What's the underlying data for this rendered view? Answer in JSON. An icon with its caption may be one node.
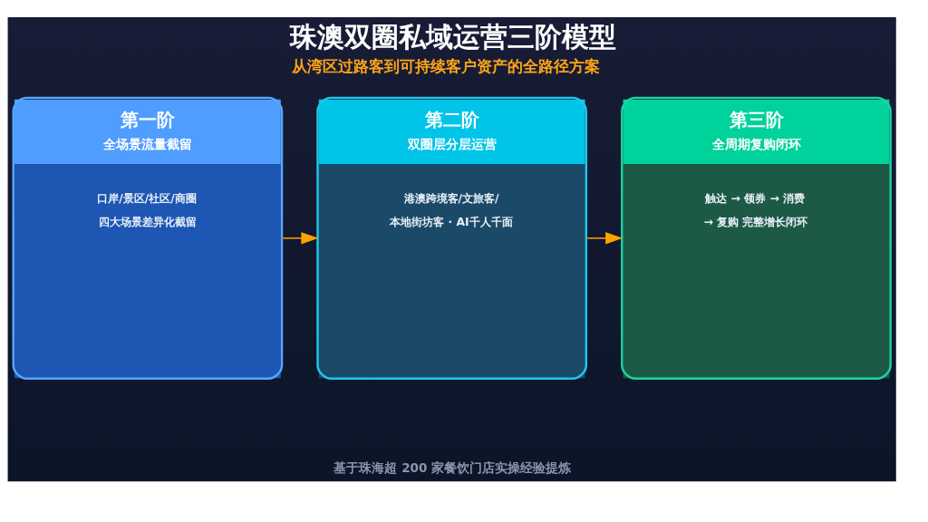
{
  "diagram": {
    "title": "珠澳双圈私域运营三阶模型",
    "nodes": [
      {
        "text": [
          "第一阶",
          "全场景流量截留",
          "口岸/景区/社区/商圈四大场景差异化截留"
        ]
      },
      {
        "text": [
          "第二阶",
          "双圈层分层运营",
          "港澳跨境客/文旅客/本地街坊客 · AI千人千面"
        ]
      },
      {
        "text": [
          "第三阶",
          "全周期复购闭环",
          "触达 → 领券 → 消费 → 复购 完整增长闭环"
        ]
      }
    ],
    "edges": [
      {
        "from": 0,
        "to": 1,
        "arrow": "to"
      },
      {
        "from": 1,
        "to": 2,
        "arrow": "to"
      }
    ],
    "labels": [
      "从湾区过路客到可持续客户资产的全路径方案",
      "基于珠海超 200 家餐饮门店实操经验提炼"
    ]
  }
}
